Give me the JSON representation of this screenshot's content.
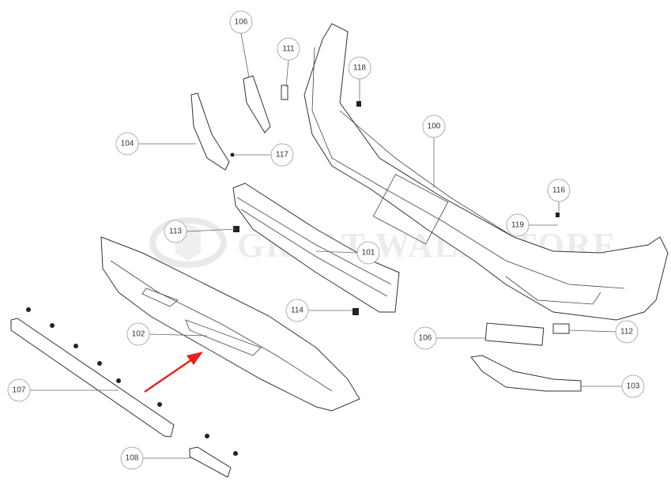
{
  "title": "Front bumper assembly exploded parts diagram",
  "watermark": "GREAT WALL STORE",
  "callouts": [
    {
      "id": "c106a",
      "label": "106"
    },
    {
      "id": "c111",
      "label": "111"
    },
    {
      "id": "c118",
      "label": "118"
    },
    {
      "id": "c100",
      "label": "100"
    },
    {
      "id": "c104",
      "label": "104"
    },
    {
      "id": "c117",
      "label": "117"
    },
    {
      "id": "c116",
      "label": "116"
    },
    {
      "id": "c119",
      "label": "119"
    },
    {
      "id": "c113",
      "label": "113"
    },
    {
      "id": "c101",
      "label": "101"
    },
    {
      "id": "c114",
      "label": "114"
    },
    {
      "id": "c102",
      "label": "102"
    },
    {
      "id": "c106b",
      "label": "106"
    },
    {
      "id": "c112",
      "label": "112"
    },
    {
      "id": "c103",
      "label": "103"
    },
    {
      "id": "c107",
      "label": "107"
    },
    {
      "id": "c108",
      "label": "108"
    }
  ],
  "colors": {
    "arrow": "#e8211d",
    "line": "#333333"
  }
}
